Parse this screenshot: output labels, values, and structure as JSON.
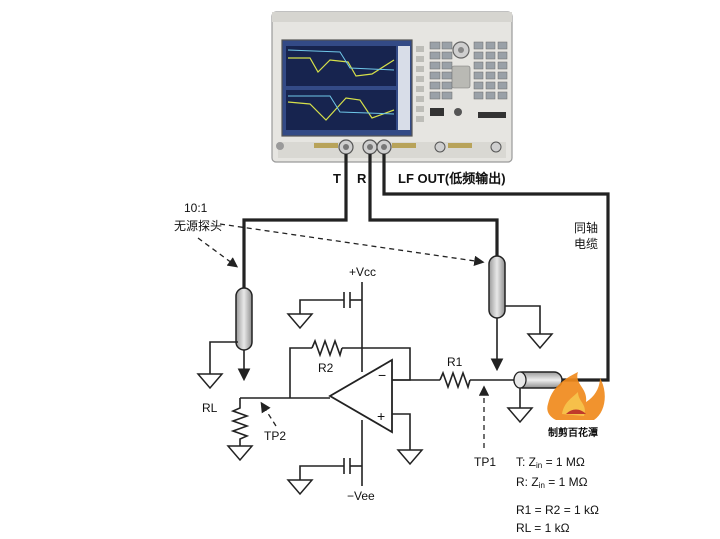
{
  "instrument": {
    "port_t": "T",
    "port_r": "R",
    "lf_out": "LF OUT(低频输出)"
  },
  "probe_label": {
    "ratio": "10:1",
    "name": "无源探头"
  },
  "coax_label": {
    "line1": "同轴",
    "line2": "电缆"
  },
  "circuit": {
    "vcc": "+Vcc",
    "vee": "−Vee",
    "r1": "R1",
    "r2": "R2",
    "rl": "RL",
    "tp1": "TP1",
    "tp2": "TP2",
    "minus": "−",
    "plus": "+"
  },
  "specs": {
    "t_prefix": "T: Z",
    "t_sub": "in",
    "t_value": " = 1 MΩ",
    "r_prefix": "R: Z",
    "r_sub": "in",
    "r_value": " = 1 MΩ",
    "r_equal": "R1 = R2 = 1 kΩ",
    "rl_value": "RL = 1 kΩ"
  },
  "watermark": {
    "text": "制剪百花潭"
  },
  "colors": {
    "line": "#222222",
    "probe_body": "#c9c9c9",
    "instrument_body": "#e4e3df",
    "screen": "#1a2a5a",
    "watermark_orange": "#f08a1c"
  }
}
